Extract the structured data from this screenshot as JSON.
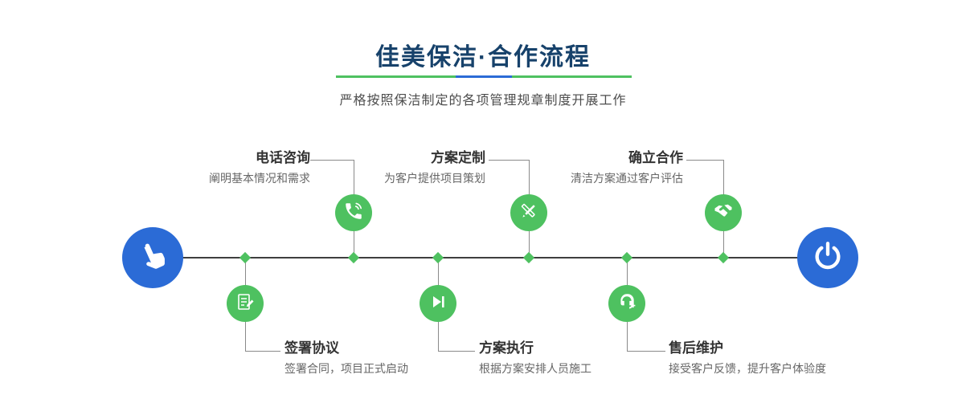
{
  "header": {
    "title": "佳美保洁·合作流程",
    "subtitle": "严格按照保洁制定的各项管理规章制度开展工作"
  },
  "timeline": {
    "start_icon": "pointing-hand-icon",
    "end_icon": "power-icon"
  },
  "steps_top": [
    {
      "title": "电话咨询",
      "desc": "阐明基本情况和需求",
      "icon": "phone-icon"
    },
    {
      "title": "方案定制",
      "desc": "为客户提供项目策划",
      "icon": "pen-ruler-icon"
    },
    {
      "title": "确立合作",
      "desc": "清洁方案通过客户评估",
      "icon": "handshake-icon"
    }
  ],
  "steps_bottom": [
    {
      "title": "签署协议",
      "desc": "签署合同，项目正式启动",
      "icon": "contract-icon"
    },
    {
      "title": "方案执行",
      "desc": "根据方案安排人员施工",
      "icon": "play-icon"
    },
    {
      "title": "售后维护",
      "desc": "接受客户反馈，提升客户体验度",
      "icon": "headset-icon"
    }
  ],
  "colors": {
    "title_navy": "#17426b",
    "accent_green": "#4ec160",
    "accent_blue": "#2b6bd6",
    "line_dark": "#3f3f3f"
  }
}
